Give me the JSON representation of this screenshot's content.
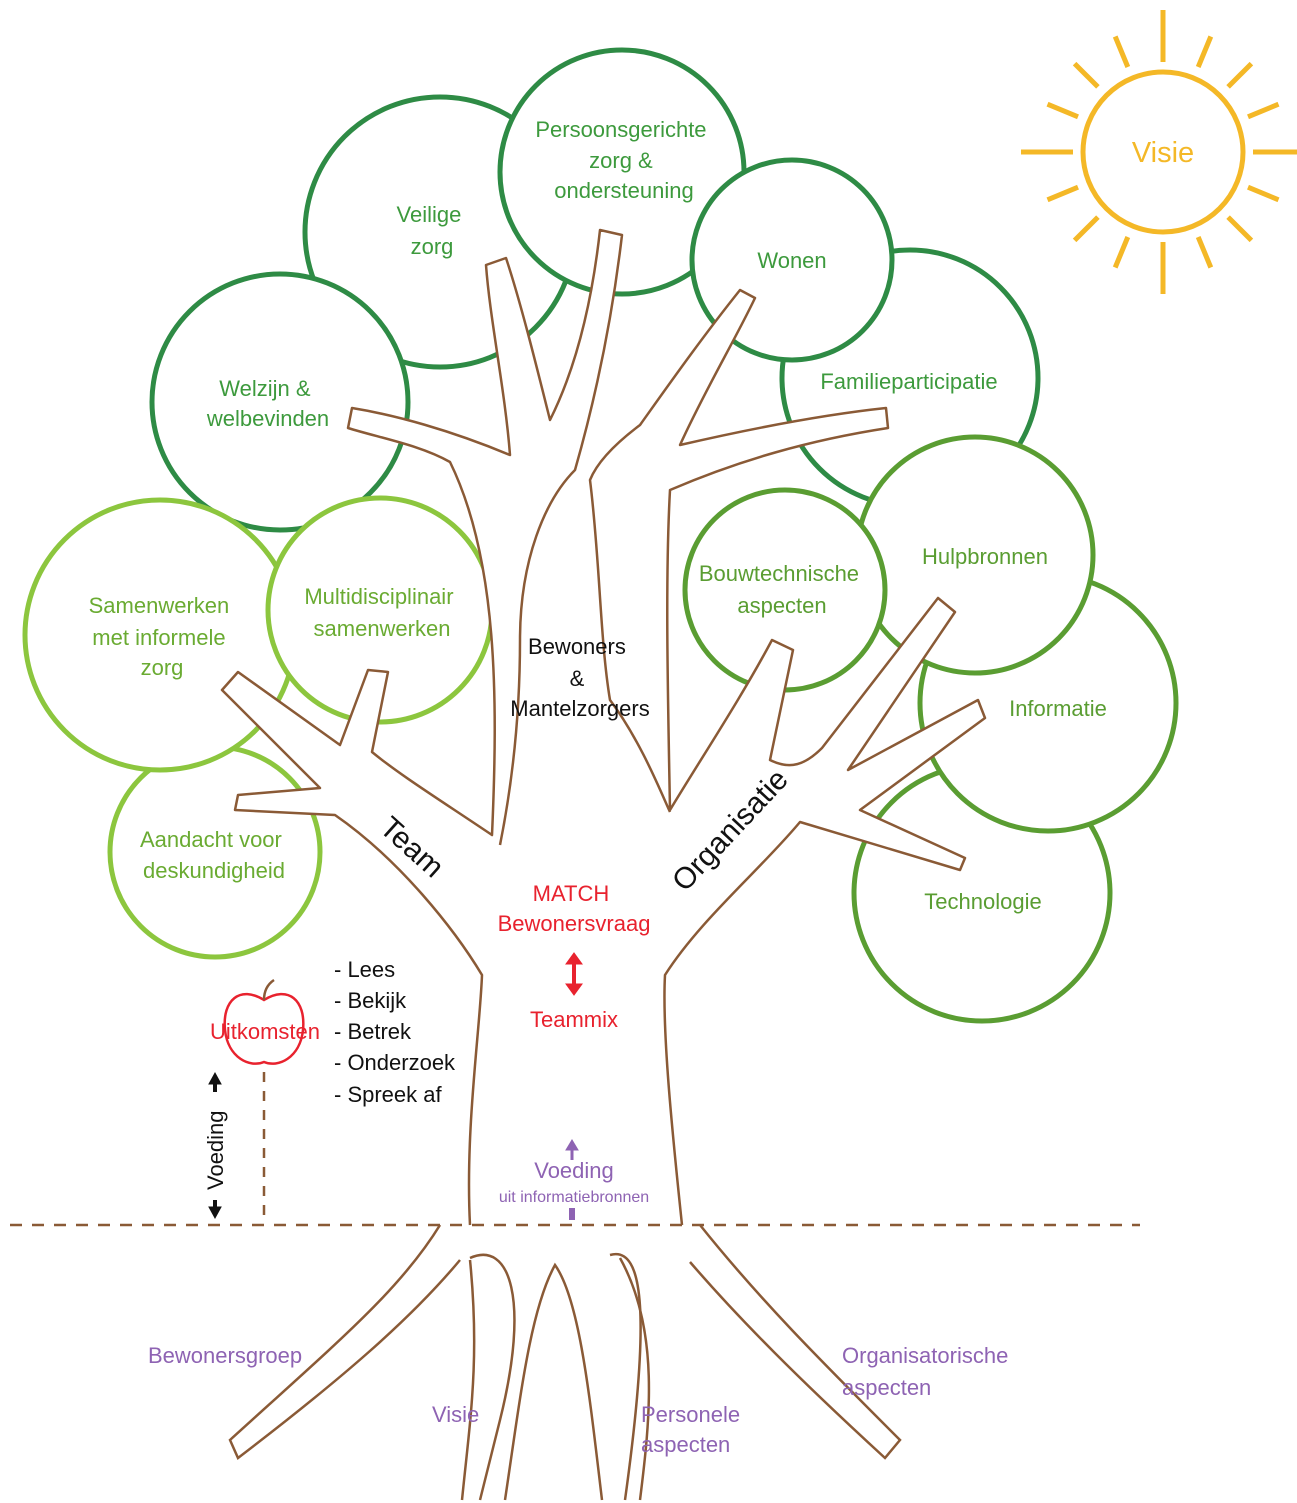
{
  "colors": {
    "dark_green": "#2e8b45",
    "mid_green": "#5a9d32",
    "light_green": "#8cc63e",
    "leaf_text_dark": "#3d9a3d",
    "leaf_text_light": "#6aab32",
    "trunk": "#8a5a36",
    "red": "#e8222e",
    "purple": "#8e63b3",
    "sun": "#f4b827",
    "black": "#111111"
  },
  "sun": {
    "label": "Visie"
  },
  "leaves": {
    "persoons": [
      "Persoonsgerichte",
      "zorg &",
      "ondersteuning"
    ],
    "veilige": [
      "Veilige",
      "zorg"
    ],
    "wonen": [
      "Wonen"
    ],
    "welzijn": [
      "Welzijn &",
      "welbevinden"
    ],
    "familie": [
      "Familieparticipatie"
    ],
    "hulpbronnen": [
      "Hulpbronnen"
    ],
    "bouwtechnische": [
      "Bouwtechnische",
      "aspecten"
    ],
    "multidisciplinair": [
      "Multidisciplinair",
      "samenwerken"
    ],
    "samenwerken": [
      "Samenwerken",
      "met informele",
      "zorg"
    ],
    "informatie": [
      "Informatie"
    ],
    "aandacht": [
      "Aandacht voor",
      "deskundigheid"
    ],
    "technologie": [
      "Technologie"
    ]
  },
  "center": {
    "bewoners": [
      "Bewoners",
      "&",
      "Mantelzorgers"
    ],
    "match": [
      "MATCH",
      "Bewonersvraag"
    ],
    "teammix": "Teammix"
  },
  "branches": {
    "team": "Team",
    "organisatie": "Organisatie"
  },
  "outcomes": {
    "label": "Uitkomsten",
    "actions": [
      "- Lees",
      "- Bekijk",
      "- Betrek",
      "- Onderzoek",
      "- Spreek af"
    ],
    "voeding_side": "Voeding"
  },
  "feeding": {
    "title": "Voeding",
    "subtitle": "uit informatiebronnen"
  },
  "roots": {
    "bewonersgroep": "Bewonersgroep",
    "visie": "Visie",
    "personele": [
      "Personele",
      "aspecten"
    ],
    "organisatorische": [
      "Organisatorische",
      "aspecten"
    ]
  }
}
